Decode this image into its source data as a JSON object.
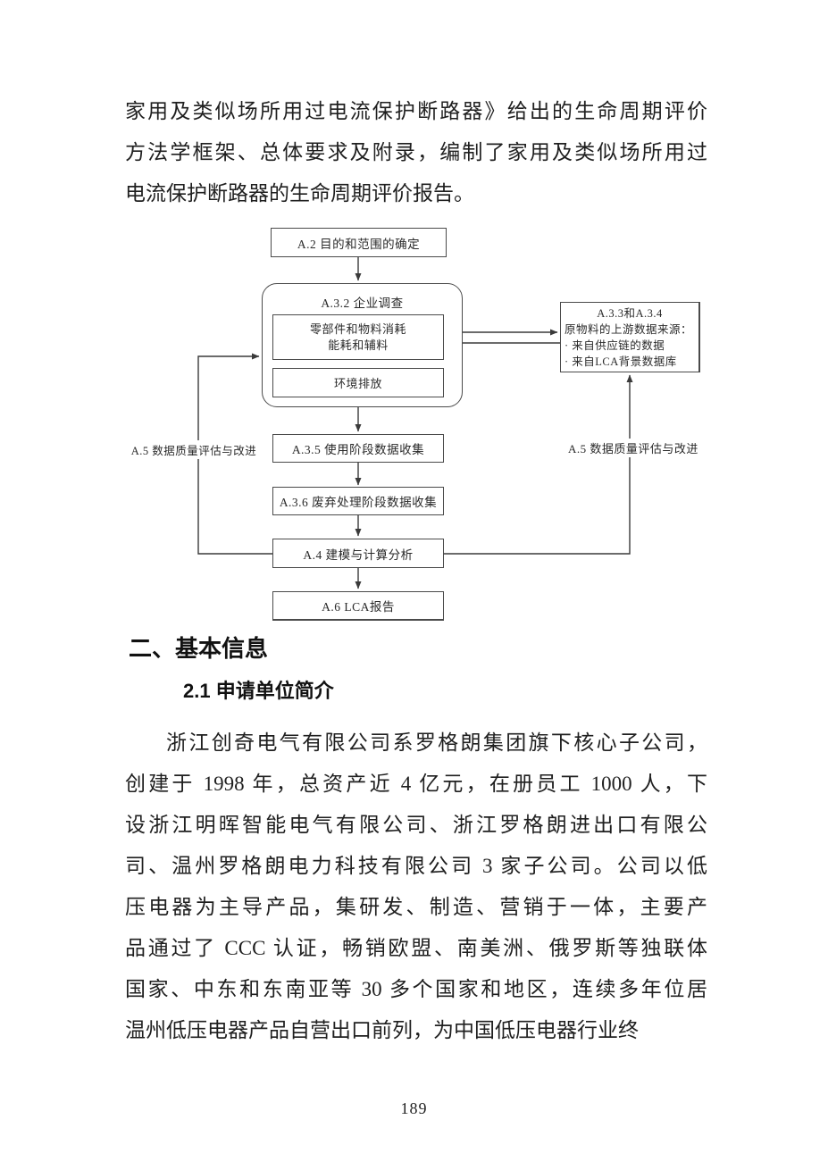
{
  "colors": {
    "ink": "#1f1f1f",
    "flow_line": "#3a3a3a",
    "box_border": "#4a4a4a"
  },
  "intro_paragraph": {
    "lines": [
      "家用及类似场所用过电流保护断路器》给出的生命周期评价",
      "方法学框架、总体要求及附录，编制了家用及类似场所用过",
      "电流保护断路器的生命周期评价报告。"
    ]
  },
  "flowchart": {
    "box_a2": "A.2  目的和范围的确定",
    "container_label": "A.3.2  企业调查",
    "box_components": {
      "lines": [
        "零部件和物料消耗",
        "能耗和辅料"
      ]
    },
    "box_emissions": "环境排放",
    "box_a33": {
      "lines": [
        "A.3.3和A.3.4",
        "原物料的上游数据来源：",
        "· 来自供应链的数据",
        "· 来自LCA背景数据库"
      ]
    },
    "box_a35": "A.3.5  使用阶段数据收集",
    "box_a36": "A.3.6  废弃处理阶段数据收集",
    "box_a4": "A.4  建模与计算分析",
    "box_a6": "A.6 LCA报告",
    "label_left": "A.5  数据质量评估与改进",
    "label_right": "A.5  数据质量评估与改进"
  },
  "section": {
    "heading": "二、基本信息",
    "subheading": "2.1 申请单位简介"
  },
  "body_paragraph": {
    "lines": [
      "浙江创奇电气有限公司系罗格朗集团旗下核心子公司，",
      "创建于 1998 年，总资产近 4 亿元，在册员工 1000 人，下",
      "设浙江明晖智能电气有限公司、浙江罗格朗进出口有限公",
      "司、温州罗格朗电力科技有限公司 3 家子公司。公司以低",
      "压电器为主导产品，集研发、制造、营销于一体，主要产",
      "品通过了 CCC 认证，畅销欧盟、南美洲、俄罗斯等独联体",
      "国家、中东和东南亚等 30 多个国家和地区，连续多年位居",
      "温州低压电器产品自营出口前列，为中国低压电器行业终"
    ]
  },
  "footer": {
    "page_number": "189"
  }
}
